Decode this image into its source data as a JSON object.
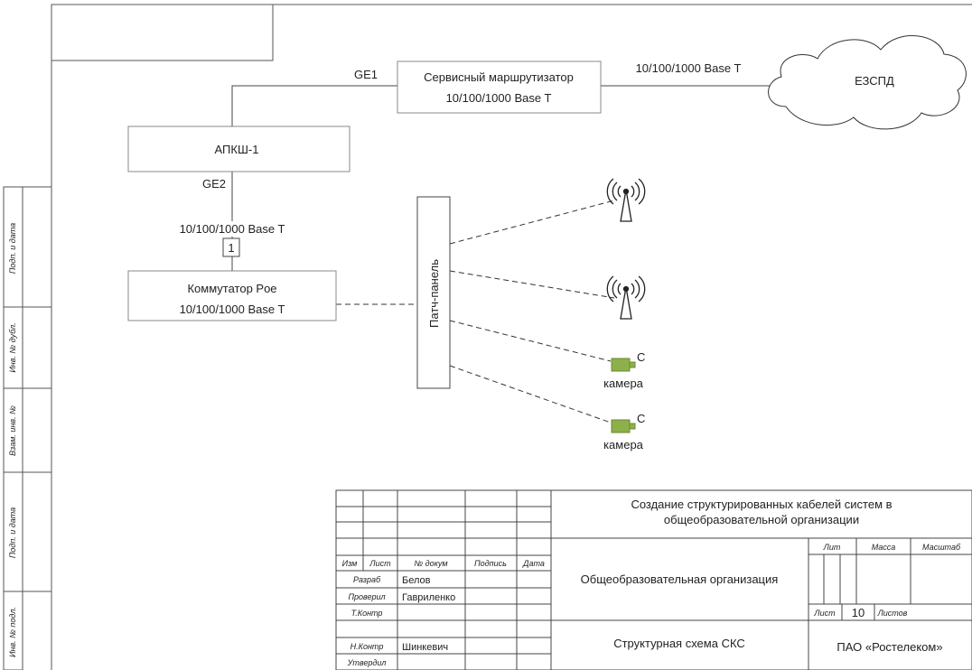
{
  "diagram": {
    "router": {
      "label": "Сервисный маршрутизатор",
      "speed": "10/100/1000 Base T"
    },
    "ge1_label": "GE1",
    "uplink_label": "10/100/1000 Base T",
    "cloud_label": "ЕЗСПД",
    "apksh_label": "АПКШ-1",
    "ge2_label": "GE2",
    "apksh_speed": "10/100/1000 Base T",
    "link_number": "1",
    "switch": {
      "label": "Коммутатор Poe",
      "speed": "10/100/1000 Base T"
    },
    "patch_panel_label": "Патч-панель",
    "cameras": [
      {
        "label": "камера",
        "mark": "C"
      },
      {
        "label": "камера",
        "mark": "C"
      }
    ]
  },
  "sidebar": {
    "labels": [
      "Подп. и дата",
      "Инв. № дубл.",
      "Взам. инв. №",
      "Подп. и дата",
      "Инв. № подл."
    ]
  },
  "title_block": {
    "headers": [
      "Изм",
      "Лист",
      "№ докум",
      "Подпись",
      "Дата"
    ],
    "roles": [
      {
        "role": "Разраб",
        "name": "Белов"
      },
      {
        "role": "Проверил",
        "name": "Гавриленко"
      },
      {
        "role": "Т.Контр",
        "name": ""
      },
      {
        "role": "",
        "name": ""
      },
      {
        "role": "Н.Контр",
        "name": "Шинкевич"
      },
      {
        "role": "Утвердил",
        "name": ""
      }
    ],
    "project_title": "Создание структурированных кабелей систем в",
    "project_title_2": "общеобразовательной организации",
    "organization": "Общеобразовательная организация",
    "stage_headers": [
      "Лит",
      "Масса",
      "Масштаб"
    ],
    "sheet_label": "Лист",
    "sheet_number": "10",
    "sheets_label": "Листов",
    "drawing_title": "Структурная схема СКС",
    "company": "ПАО «Ростелеком»"
  }
}
